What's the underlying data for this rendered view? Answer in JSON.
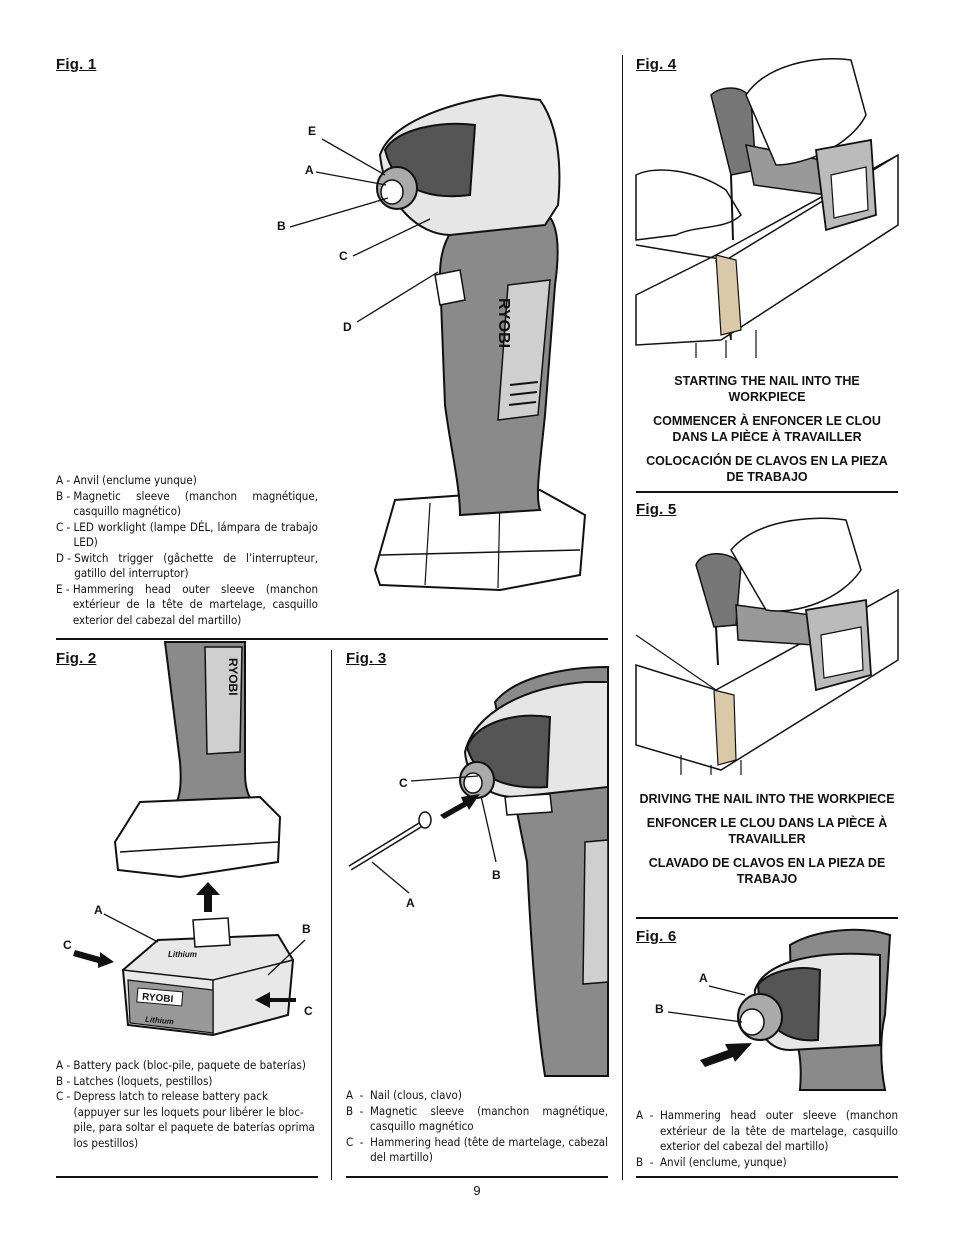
{
  "fig1": {
    "title": "Fig. 1",
    "callouts": [
      "E",
      "A",
      "B",
      "C",
      "D"
    ],
    "brand": "RYOBI",
    "legend": [
      {
        "key": "A - ",
        "text": "Anvil (enclume  yunque)"
      },
      {
        "key": "B - ",
        "text": "Magnetic  sleeve  (manchon  magnétique, casquillo magnético)"
      },
      {
        "key": "C - ",
        "text": "LED  worklight  (lampe  DÉL,  lámpara  de trabajo LED)"
      },
      {
        "key": "D - ",
        "text": "Switch trigger  (gâchette de l’interrupteur, gatillo del interruptor)"
      },
      {
        "key": "E - ",
        "text": "Hammering  head  outer  sleeve  (manchon extérieur de la tête de martelage, casquillo exterior del cabezal del martillo)"
      }
    ]
  },
  "fig2": {
    "title": "Fig. 2",
    "callouts": [
      "A",
      "B",
      "C",
      "C"
    ],
    "brand": "RYOBI",
    "battery_label": "Lithium",
    "legend": [
      {
        "key": "A - ",
        "text": "Battery pack (bloc-pile, paquete de baterías)"
      },
      {
        "key": "B - ",
        "text": "Latches (loquets, pestillos)"
      },
      {
        "key": "C - ",
        "text": "Depress latch to release battery pack (appuyer sur les loquets pour libérer le bloc-pile, para soltar el paquete de baterías oprima los pestillos)"
      }
    ]
  },
  "fig3": {
    "title": "Fig. 3",
    "callouts": [
      "C",
      "B",
      "A"
    ],
    "legend": [
      {
        "key": "A  -  ",
        "text": "Nail (clous, clavo)"
      },
      {
        "key": "B  -  ",
        "text": "Magnetic  sleeve  (manchon magnétique, casquillo magnético"
      },
      {
        "key": "C  -  ",
        "text": "Hammering  head  (tête  de  martelage, cabezal del martillo)"
      }
    ]
  },
  "fig4": {
    "title": "Fig. 4",
    "captions": [
      "STARTING THE NAIL INTO THE WORKPIECE",
      "COMMENCER À ENFONCER LE CLOU DANS LA PIÈCE À TRAVAILLER",
      "COLOCACIÓN DE CLAVOS EN LA PIEZA DE TRABAJO"
    ]
  },
  "fig5": {
    "title": "Fig. 5",
    "captions": [
      "DRIVING THE NAIL INTO THE WORKPIECE",
      "ENFONCER LE CLOU DANS LA PIÈCE À TRAVAILLER",
      "CLAVADO DE CLAVOS EN LA PIEZA DE TRABAJO"
    ]
  },
  "fig6": {
    "title": "Fig. 6",
    "callouts": [
      "A",
      "B"
    ],
    "legend": [
      {
        "key": "A  -  ",
        "text": "Hammering head outer sleeve (manchon extérieur de la tête de martelage, casquillo exterior del cabezal del martillo)"
      },
      {
        "key": "B  -  ",
        "text": "Anvil (enclume, yunque)"
      }
    ]
  },
  "page_number": "9"
}
